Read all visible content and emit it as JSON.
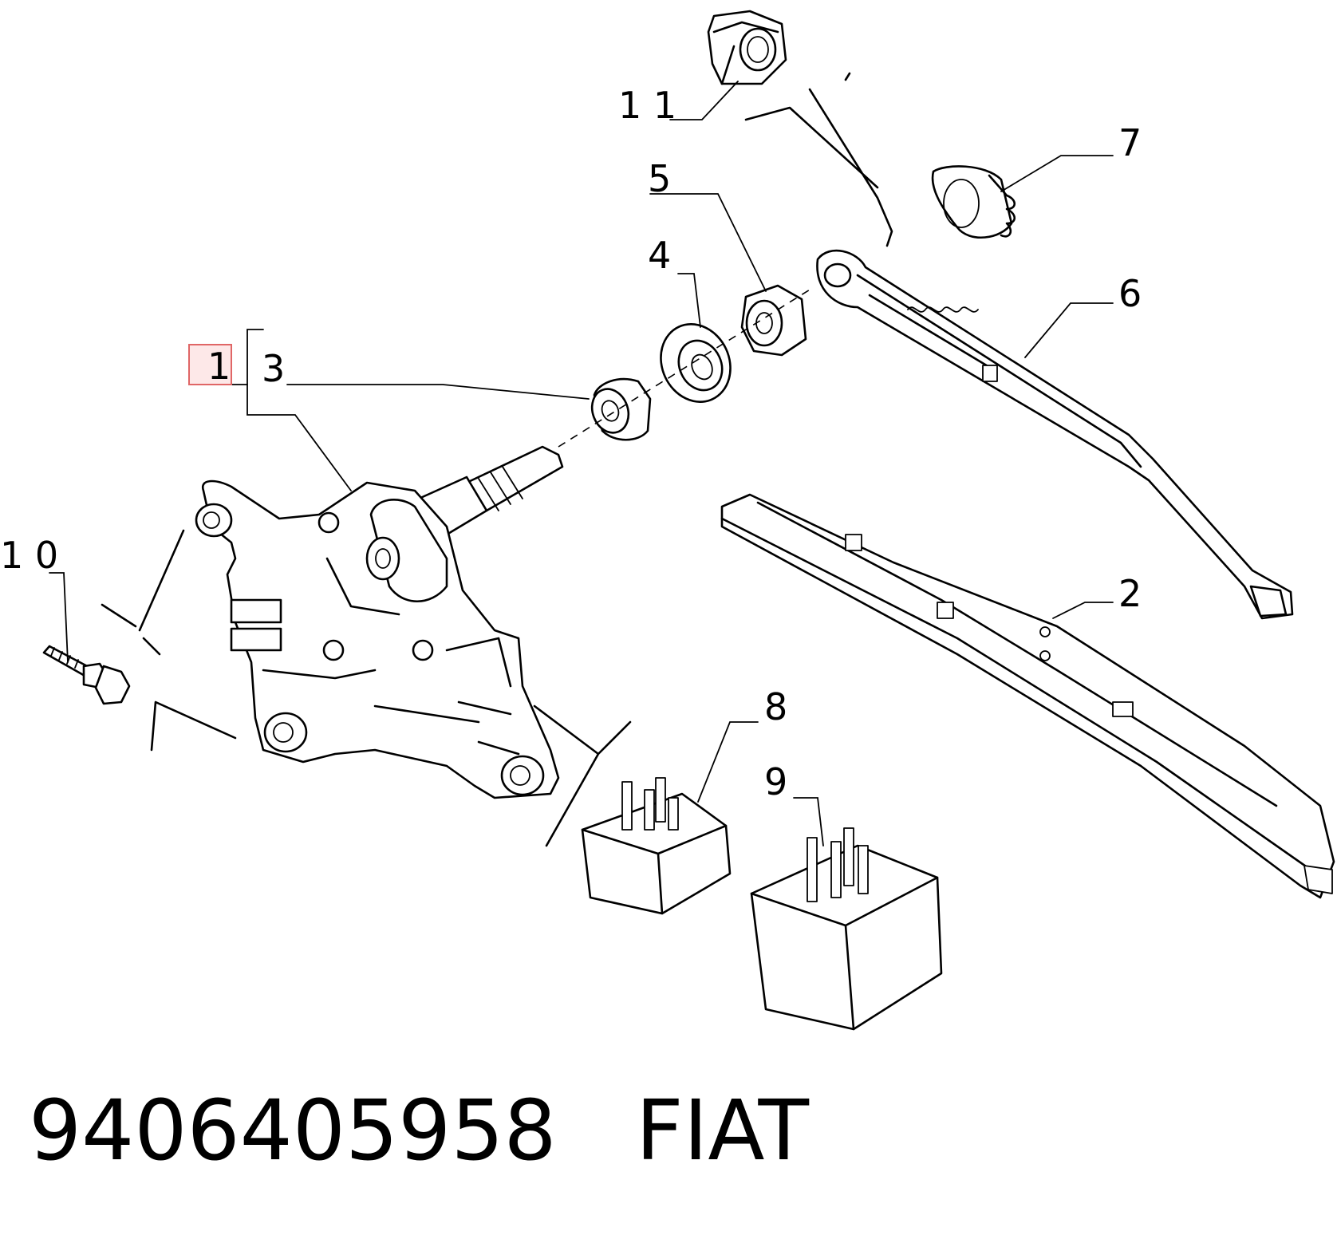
{
  "selection_color": "#e06666",
  "callouts": {
    "c1": "1",
    "c2": "2",
    "c3": "3",
    "c4": "4",
    "c5": "5",
    "c6": "6",
    "c7": "7",
    "c8": "8",
    "c9": "9",
    "c10": "1 0",
    "c11": "1 1"
  },
  "footer": {
    "part_number": "9406405958",
    "brand": "FIAT"
  }
}
